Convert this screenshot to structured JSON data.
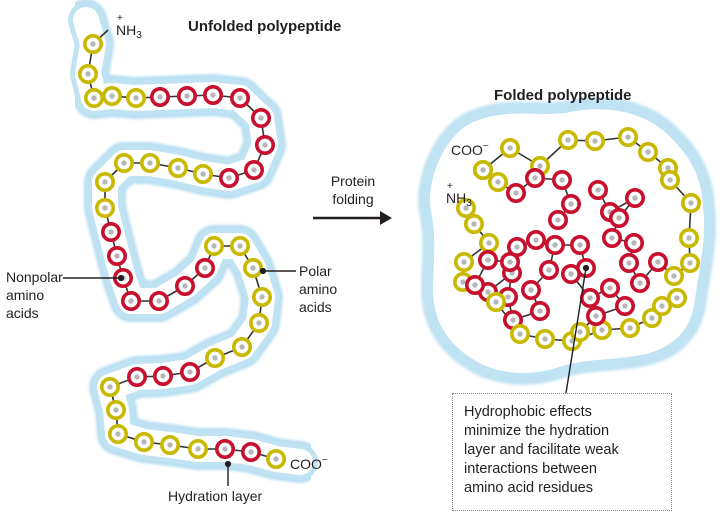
{
  "unfolded_title": "Unfolded polypeptide",
  "folded_title": "Folded polypeptide",
  "arrow_label": "Protein\nfolding",
  "nonpolar_label": "Nonpolar\namino\nacids",
  "polar_label": "Polar\namino\nacids",
  "hydration_label": "Hydration layer",
  "hydrophobic_note": "Hydrophobic effects\nminimize the hydration\nlayer and facilitate weak\ninteractions between\namino acid residues",
  "unfolded_n_terminus": {
    "base": "NH",
    "sub": "3",
    "sup": "+"
  },
  "unfolded_c_terminus": {
    "base": "COO",
    "sup": "−"
  },
  "folded_n_terminus": {
    "base": "NH",
    "sub": "3",
    "sup": "+"
  },
  "folded_c_terminus": {
    "base": "COO",
    "sup": "−"
  },
  "colors": {
    "hydration": "#bfe3f3",
    "hydration_edge": "#7fc4e6",
    "polar_ring": "#c8b900",
    "nonpolar_ring": "#c8102e",
    "residue_core": "#b7b7b7",
    "backbone": "#333333"
  }
}
